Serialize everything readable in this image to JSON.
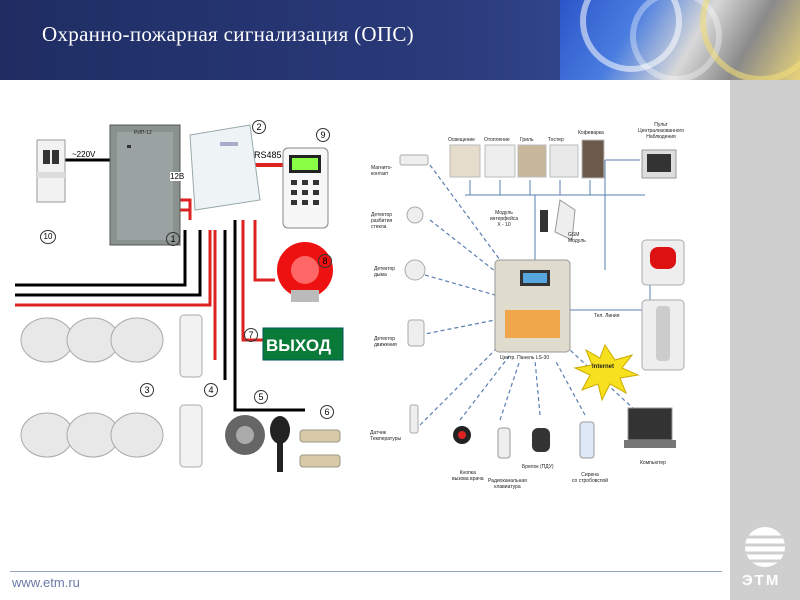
{
  "header": {
    "title": "Охранно-пожарная сигнализация (ОПС)"
  },
  "footer": {
    "url": "www.etm.ru",
    "logo_text": "ЭТМ"
  },
  "left_diagram": {
    "voltage_label": "~220V",
    "voltage_12v": "12В",
    "rs485": "RS485",
    "exit_sign": "ВЫХОД",
    "panel_label": "РИП-12",
    "numbers": [
      "1",
      "2",
      "3",
      "4",
      "5",
      "6",
      "7",
      "8",
      "9",
      "10"
    ]
  },
  "right_diagram": {
    "top_devices": [
      "Освещение",
      "Отопление",
      "Гриль",
      "Тостер",
      "Кофеварка"
    ],
    "central_monitoring": [
      "Пульт",
      "Централизованного",
      "Наблюдения"
    ],
    "left_sensors": [
      [
        "Магнито-",
        "контакт"
      ],
      [
        "Детектор",
        "разбития",
        "стекла"
      ],
      [
        "Детектор",
        "дыма"
      ],
      [
        "Детектор",
        "движения"
      ],
      [
        "Датчик",
        "Температуры"
      ]
    ],
    "module_label": [
      "Модуль",
      "интерфейса",
      "Х - 10"
    ],
    "gsm_label": [
      "GSM",
      "Модуль"
    ],
    "panel_label": "Центр. Панель LS-30",
    "tel_line": "Тел. Линия",
    "internet": "Internet",
    "bottom_devices": [
      [
        "Кнопка",
        "вызова врача"
      ],
      [
        "Радиоканальная",
        "клавиатура"
      ],
      [
        "Брелок (ПДУ)"
      ],
      [
        "Сирена",
        "со стробовспой"
      ],
      [
        "Компьютер"
      ]
    ]
  }
}
